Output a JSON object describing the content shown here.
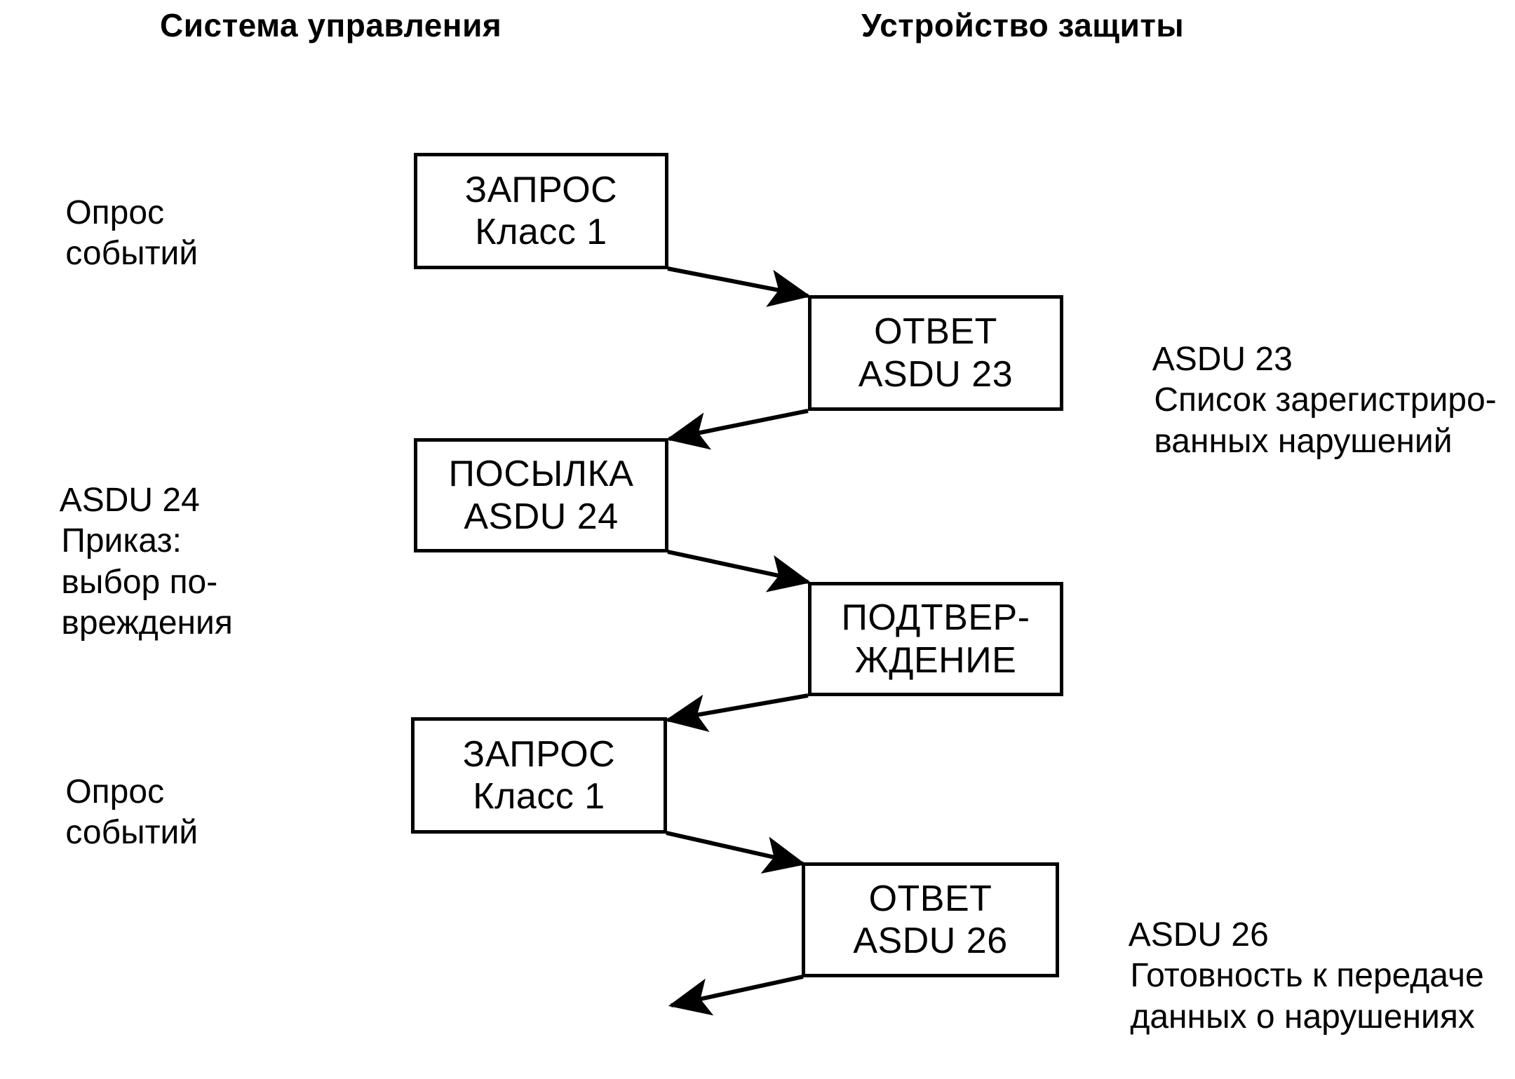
{
  "page": {
    "title": "Диаграмма обмена ASDU 23/24/26",
    "background": "#ffffff",
    "ink": "#000000"
  },
  "headers": [
    {
      "id": "control-system",
      "label": "Система управления"
    },
    {
      "id": "protection-device",
      "label": "Устройство защиты"
    }
  ],
  "left_notes": [
    {
      "id": "poll-events-1",
      "lines": [
        "Опрос",
        "событий"
      ]
    },
    {
      "id": "asdu24-order",
      "lines": [
        "ASDU 24",
        "Приказ:",
        "выбор по-",
        "вреждения"
      ]
    },
    {
      "id": "poll-events-2",
      "lines": [
        "Опрос",
        "событий"
      ]
    }
  ],
  "right_notes": [
    {
      "id": "asdu23-note",
      "lines": [
        "ASDU 23",
        "Список зарегистриро-",
        "ванных нарушений"
      ]
    },
    {
      "id": "asdu26-note",
      "lines": [
        "ASDU 26",
        "Готовность к передаче",
        "данных о нарушениях"
      ]
    }
  ],
  "boxes": [
    {
      "id": "request-class1-first",
      "lines": [
        "ЗАПРОС",
        "Класс 1"
      ]
    },
    {
      "id": "response-asdu23",
      "lines": [
        "ОТВЕТ",
        "ASDU 23"
      ]
    },
    {
      "id": "send-asdu24",
      "lines": [
        "ПОСЫЛКА",
        "ASDU 24"
      ]
    },
    {
      "id": "confirmation",
      "lines": [
        "ПОДТВЕР-",
        "ЖДЕНИЕ"
      ]
    },
    {
      "id": "request-class1-second",
      "lines": [
        "ЗАПРОС",
        "Класс 1"
      ]
    },
    {
      "id": "response-asdu26",
      "lines": [
        "ОТВЕТ",
        "ASDU 26"
      ]
    }
  ],
  "arrows": [
    {
      "id": "arrow-request1-to-response23",
      "direction": "right-down"
    },
    {
      "id": "arrow-response23-to-send24",
      "direction": "left-down"
    },
    {
      "id": "arrow-send24-to-confirmation",
      "direction": "right-down"
    },
    {
      "id": "arrow-confirmation-to-request2",
      "direction": "left-down"
    },
    {
      "id": "arrow-request2-to-response26",
      "direction": "right-down"
    },
    {
      "id": "arrow-response26-out",
      "direction": "left-down"
    }
  ]
}
